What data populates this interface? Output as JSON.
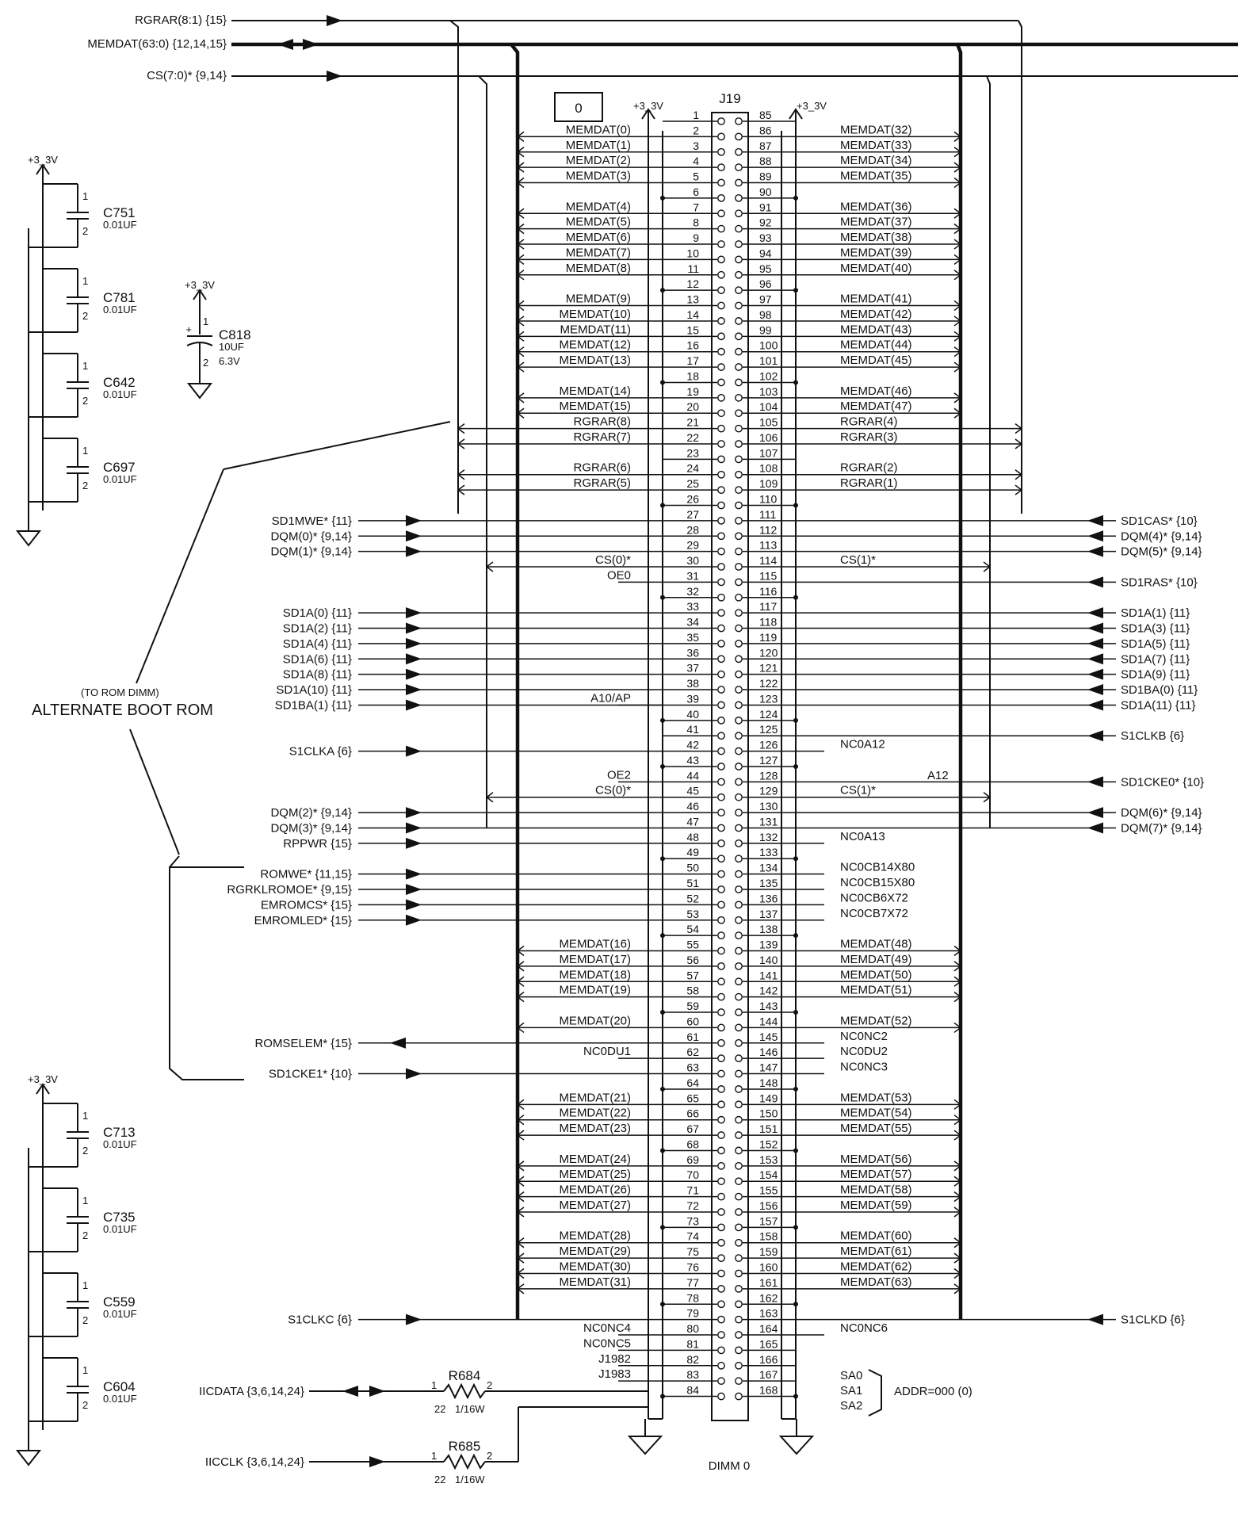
{
  "top_buses": [
    {
      "label": "RGRAR(8:1) {15}"
    },
    {
      "label": "MEMDAT(63:0) {12,14,15}"
    },
    {
      "label": "CS(7:0)* {9,14}"
    }
  ],
  "connector": {
    "ref": "J19",
    "name": "DIMM 0",
    "box_label": "0",
    "power_left": "+3_3V",
    "power_right": "+3_3V"
  },
  "left_pins": [
    {
      "num": "1",
      "net": ""
    },
    {
      "num": "2",
      "net": "MEMDAT(0)"
    },
    {
      "num": "3",
      "net": "MEMDAT(1)"
    },
    {
      "num": "4",
      "net": "MEMDAT(2)"
    },
    {
      "num": "5",
      "net": "MEMDAT(3)"
    },
    {
      "num": "6",
      "net": ""
    },
    {
      "num": "7",
      "net": "MEMDAT(4)"
    },
    {
      "num": "8",
      "net": "MEMDAT(5)"
    },
    {
      "num": "9",
      "net": "MEMDAT(6)"
    },
    {
      "num": "10",
      "net": "MEMDAT(7)"
    },
    {
      "num": "11",
      "net": "MEMDAT(8)"
    },
    {
      "num": "12",
      "net": ""
    },
    {
      "num": "13",
      "net": "MEMDAT(9)"
    },
    {
      "num": "14",
      "net": "MEMDAT(10)"
    },
    {
      "num": "15",
      "net": "MEMDAT(11)"
    },
    {
      "num": "16",
      "net": "MEMDAT(12)"
    },
    {
      "num": "17",
      "net": "MEMDAT(13)"
    },
    {
      "num": "18",
      "net": ""
    },
    {
      "num": "19",
      "net": "MEMDAT(14)"
    },
    {
      "num": "20",
      "net": "MEMDAT(15)"
    },
    {
      "num": "21",
      "net": "RGRAR(8)"
    },
    {
      "num": "22",
      "net": "RGRAR(7)"
    },
    {
      "num": "23",
      "net": ""
    },
    {
      "num": "24",
      "net": "RGRAR(6)"
    },
    {
      "num": "25",
      "net": "RGRAR(5)"
    },
    {
      "num": "26",
      "net": ""
    },
    {
      "num": "27",
      "net": ""
    },
    {
      "num": "28",
      "net": ""
    },
    {
      "num": "29",
      "net": ""
    },
    {
      "num": "30",
      "net": "CS(0)*"
    },
    {
      "num": "31",
      "net": "OE0"
    },
    {
      "num": "32",
      "net": ""
    },
    {
      "num": "33",
      "net": ""
    },
    {
      "num": "34",
      "net": ""
    },
    {
      "num": "35",
      "net": ""
    },
    {
      "num": "36",
      "net": ""
    },
    {
      "num": "37",
      "net": ""
    },
    {
      "num": "38",
      "net": ""
    },
    {
      "num": "39",
      "net": "A10/AP"
    },
    {
      "num": "40",
      "net": ""
    },
    {
      "num": "41",
      "net": ""
    },
    {
      "num": "42",
      "net": ""
    },
    {
      "num": "43",
      "net": ""
    },
    {
      "num": "44",
      "net": "OE2"
    },
    {
      "num": "45",
      "net": "CS(0)*"
    },
    {
      "num": "46",
      "net": ""
    },
    {
      "num": "47",
      "net": ""
    },
    {
      "num": "48",
      "net": ""
    },
    {
      "num": "49",
      "net": ""
    },
    {
      "num": "50",
      "net": ""
    },
    {
      "num": "51",
      "net": ""
    },
    {
      "num": "52",
      "net": ""
    },
    {
      "num": "53",
      "net": ""
    },
    {
      "num": "54",
      "net": ""
    },
    {
      "num": "55",
      "net": "MEMDAT(16)"
    },
    {
      "num": "56",
      "net": "MEMDAT(17)"
    },
    {
      "num": "57",
      "net": "MEMDAT(18)"
    },
    {
      "num": "58",
      "net": "MEMDAT(19)"
    },
    {
      "num": "59",
      "net": ""
    },
    {
      "num": "60",
      "net": "MEMDAT(20)"
    },
    {
      "num": "61",
      "net": ""
    },
    {
      "num": "62",
      "net": "NC0DU1"
    },
    {
      "num": "63",
      "net": ""
    },
    {
      "num": "64",
      "net": ""
    },
    {
      "num": "65",
      "net": "MEMDAT(21)"
    },
    {
      "num": "66",
      "net": "MEMDAT(22)"
    },
    {
      "num": "67",
      "net": "MEMDAT(23)"
    },
    {
      "num": "68",
      "net": ""
    },
    {
      "num": "69",
      "net": "MEMDAT(24)"
    },
    {
      "num": "70",
      "net": "MEMDAT(25)"
    },
    {
      "num": "71",
      "net": "MEMDAT(26)"
    },
    {
      "num": "72",
      "net": "MEMDAT(27)"
    },
    {
      "num": "73",
      "net": ""
    },
    {
      "num": "74",
      "net": "MEMDAT(28)"
    },
    {
      "num": "75",
      "net": "MEMDAT(29)"
    },
    {
      "num": "76",
      "net": "MEMDAT(30)"
    },
    {
      "num": "77",
      "net": "MEMDAT(31)"
    },
    {
      "num": "78",
      "net": ""
    },
    {
      "num": "79",
      "net": ""
    },
    {
      "num": "80",
      "net": "NC0NC4"
    },
    {
      "num": "81",
      "net": "NC0NC5"
    },
    {
      "num": "82",
      "net": "J1982"
    },
    {
      "num": "83",
      "net": "J1983"
    },
    {
      "num": "84",
      "net": ""
    }
  ],
  "right_pins": [
    {
      "num": "85",
      "net": ""
    },
    {
      "num": "86",
      "net": "MEMDAT(32)"
    },
    {
      "num": "87",
      "net": "MEMDAT(33)"
    },
    {
      "num": "88",
      "net": "MEMDAT(34)"
    },
    {
      "num": "89",
      "net": "MEMDAT(35)"
    },
    {
      "num": "90",
      "net": ""
    },
    {
      "num": "91",
      "net": "MEMDAT(36)"
    },
    {
      "num": "92",
      "net": "MEMDAT(37)"
    },
    {
      "num": "93",
      "net": "MEMDAT(38)"
    },
    {
      "num": "94",
      "net": "MEMDAT(39)"
    },
    {
      "num": "95",
      "net": "MEMDAT(40)"
    },
    {
      "num": "96",
      "net": ""
    },
    {
      "num": "97",
      "net": "MEMDAT(41)"
    },
    {
      "num": "98",
      "net": "MEMDAT(42)"
    },
    {
      "num": "99",
      "net": "MEMDAT(43)"
    },
    {
      "num": "100",
      "net": "MEMDAT(44)"
    },
    {
      "num": "101",
      "net": "MEMDAT(45)"
    },
    {
      "num": "102",
      "net": ""
    },
    {
      "num": "103",
      "net": "MEMDAT(46)"
    },
    {
      "num": "104",
      "net": "MEMDAT(47)"
    },
    {
      "num": "105",
      "net": "RGRAR(4)"
    },
    {
      "num": "106",
      "net": "RGRAR(3)"
    },
    {
      "num": "107",
      "net": ""
    },
    {
      "num": "108",
      "net": "RGRAR(2)"
    },
    {
      "num": "109",
      "net": "RGRAR(1)"
    },
    {
      "num": "110",
      "net": ""
    },
    {
      "num": "111",
      "net": ""
    },
    {
      "num": "112",
      "net": ""
    },
    {
      "num": "113",
      "net": ""
    },
    {
      "num": "114",
      "net": "CS(1)*"
    },
    {
      "num": "115",
      "net": ""
    },
    {
      "num": "116",
      "net": ""
    },
    {
      "num": "117",
      "net": ""
    },
    {
      "num": "118",
      "net": ""
    },
    {
      "num": "119",
      "net": ""
    },
    {
      "num": "120",
      "net": ""
    },
    {
      "num": "121",
      "net": ""
    },
    {
      "num": "122",
      "net": ""
    },
    {
      "num": "123",
      "net": ""
    },
    {
      "num": "124",
      "net": ""
    },
    {
      "num": "125",
      "net": ""
    },
    {
      "num": "126",
      "net": "NC0A12"
    },
    {
      "num": "127",
      "net": ""
    },
    {
      "num": "128",
      "net": ""
    },
    {
      "num": "129",
      "net": "CS(1)*"
    },
    {
      "num": "130",
      "net": ""
    },
    {
      "num": "131",
      "net": ""
    },
    {
      "num": "132",
      "net": "NC0A13"
    },
    {
      "num": "133",
      "net": ""
    },
    {
      "num": "134",
      "net": "NC0CB14X80"
    },
    {
      "num": "135",
      "net": "NC0CB15X80"
    },
    {
      "num": "136",
      "net": "NC0CB6X72"
    },
    {
      "num": "137",
      "net": "NC0CB7X72"
    },
    {
      "num": "138",
      "net": ""
    },
    {
      "num": "139",
      "net": "MEMDAT(48)"
    },
    {
      "num": "140",
      "net": "MEMDAT(49)"
    },
    {
      "num": "141",
      "net": "MEMDAT(50)"
    },
    {
      "num": "142",
      "net": "MEMDAT(51)"
    },
    {
      "num": "143",
      "net": ""
    },
    {
      "num": "144",
      "net": "MEMDAT(52)"
    },
    {
      "num": "145",
      "net": "NC0NC2"
    },
    {
      "num": "146",
      "net": "NC0DU2"
    },
    {
      "num": "147",
      "net": "NC0NC3"
    },
    {
      "num": "148",
      "net": ""
    },
    {
      "num": "149",
      "net": "MEMDAT(53)"
    },
    {
      "num": "150",
      "net": "MEMDAT(54)"
    },
    {
      "num": "151",
      "net": "MEMDAT(55)"
    },
    {
      "num": "152",
      "net": ""
    },
    {
      "num": "153",
      "net": "MEMDAT(56)"
    },
    {
      "num": "154",
      "net": "MEMDAT(57)"
    },
    {
      "num": "155",
      "net": "MEMDAT(58)"
    },
    {
      "num": "156",
      "net": "MEMDAT(59)"
    },
    {
      "num": "157",
      "net": ""
    },
    {
      "num": "158",
      "net": "MEMDAT(60)"
    },
    {
      "num": "159",
      "net": "MEMDAT(61)"
    },
    {
      "num": "160",
      "net": "MEMDAT(62)"
    },
    {
      "num": "161",
      "net": "MEMDAT(63)"
    },
    {
      "num": "162",
      "net": ""
    },
    {
      "num": "163",
      "net": ""
    },
    {
      "num": "164",
      "net": "NC0NC6"
    },
    {
      "num": "165",
      "net": ""
    },
    {
      "num": "166",
      "net": ""
    },
    {
      "num": "167",
      "net": ""
    },
    {
      "num": "168",
      "net": ""
    }
  ],
  "extra_label": "A12",
  "left_signals": [
    {
      "pin": "27",
      "label": "SD1MWE* {11}",
      "dir": "in"
    },
    {
      "pin": "28",
      "label": "DQM(0)* {9,14}",
      "dir": "in"
    },
    {
      "pin": "29",
      "label": "DQM(1)* {9,14}",
      "dir": "in"
    },
    {
      "pin": "33",
      "label": "SD1A(0) {11}",
      "dir": "in"
    },
    {
      "pin": "34",
      "label": "SD1A(2) {11}",
      "dir": "in"
    },
    {
      "pin": "35",
      "label": "SD1A(4) {11}",
      "dir": "in"
    },
    {
      "pin": "36",
      "label": "SD1A(6) {11}",
      "dir": "in"
    },
    {
      "pin": "37",
      "label": "SD1A(8) {11}",
      "dir": "in"
    },
    {
      "pin": "38",
      "label": "SD1A(10) {11}",
      "dir": "in"
    },
    {
      "pin": "39",
      "label": "SD1BA(1) {11}",
      "dir": "in"
    },
    {
      "pin": "42",
      "label": "S1CLKA {6}",
      "dir": "in"
    },
    {
      "pin": "46",
      "label": "DQM(2)* {9,14}",
      "dir": "in"
    },
    {
      "pin": "47",
      "label": "DQM(3)* {9,14}",
      "dir": "in"
    },
    {
      "pin": "48",
      "label": "RPPWR {15}",
      "dir": "in"
    },
    {
      "pin": "50",
      "label": "ROMWE* {11,15}",
      "dir": "in"
    },
    {
      "pin": "51",
      "label": "RGRKLROMOE* {9,15}",
      "dir": "in"
    },
    {
      "pin": "52",
      "label": "EMROMCS* {15}",
      "dir": "in"
    },
    {
      "pin": "53",
      "label": "EMROMLED* {15}",
      "dir": "in"
    },
    {
      "pin": "61",
      "label": "ROMSELEM* {15}",
      "dir": "out"
    },
    {
      "pin": "63",
      "label": "SD1CKE1* {10}",
      "dir": "in"
    },
    {
      "pin": "79",
      "label": "S1CLKC {6}",
      "dir": "in"
    }
  ],
  "right_signals": [
    {
      "pin": "111",
      "label": "SD1CAS* {10}"
    },
    {
      "pin": "112",
      "label": "DQM(4)* {9,14}"
    },
    {
      "pin": "113",
      "label": "DQM(5)* {9,14}"
    },
    {
      "pin": "115",
      "label": "SD1RAS* {10}"
    },
    {
      "pin": "117",
      "label": "SD1A(1) {11}"
    },
    {
      "pin": "118",
      "label": "SD1A(3) {11}"
    },
    {
      "pin": "119",
      "label": "SD1A(5) {11}"
    },
    {
      "pin": "120",
      "label": "SD1A(7) {11}"
    },
    {
      "pin": "121",
      "label": "SD1A(9) {11}"
    },
    {
      "pin": "122",
      "label": "SD1BA(0) {11}"
    },
    {
      "pin": "123",
      "label": "SD1A(11) {11}"
    },
    {
      "pin": "125",
      "label": "S1CLKB {6}"
    },
    {
      "pin": "128",
      "label": "SD1CKE0* {10}"
    },
    {
      "pin": "130",
      "label": "DQM(6)* {9,14}"
    },
    {
      "pin": "131",
      "label": "DQM(7)* {9,14}"
    },
    {
      "pin": "163",
      "label": "S1CLKD {6}"
    }
  ],
  "rom_note": {
    "line1": "(TO ROM DIMM)",
    "line2": "ALTERNATE BOOT ROM"
  },
  "power_label": "+3_3V",
  "caps_top": [
    {
      "ref": "C751",
      "value": "0.01UF"
    },
    {
      "ref": "C781",
      "value": "0.01UF"
    },
    {
      "ref": "C642",
      "value": "0.01UF"
    },
    {
      "ref": "C697",
      "value": "0.01UF"
    }
  ],
  "caps_bottom": [
    {
      "ref": "C713",
      "value": "0.01UF"
    },
    {
      "ref": "C735",
      "value": "0.01UF"
    },
    {
      "ref": "C559",
      "value": "0.01UF"
    },
    {
      "ref": "C604",
      "value": "0.01UF"
    }
  ],
  "bulk_cap": {
    "ref": "C818",
    "value": "10UF",
    "voltage": "6.3V",
    "power": "+3_3V"
  },
  "pin_one": "1",
  "pin_two": "2",
  "plus_sign": "+",
  "resistors": [
    {
      "ref": "R684",
      "value": "22",
      "power": "1/16W",
      "signal": "IICDATA {3,6,14,24}"
    },
    {
      "ref": "R685",
      "value": "22",
      "power": "1/16W",
      "signal": "IICCLK {3,6,14,24}"
    }
  ],
  "address": {
    "sa": [
      "SA0",
      "SA1",
      "SA2"
    ],
    "label": "ADDR=000 (0)"
  }
}
